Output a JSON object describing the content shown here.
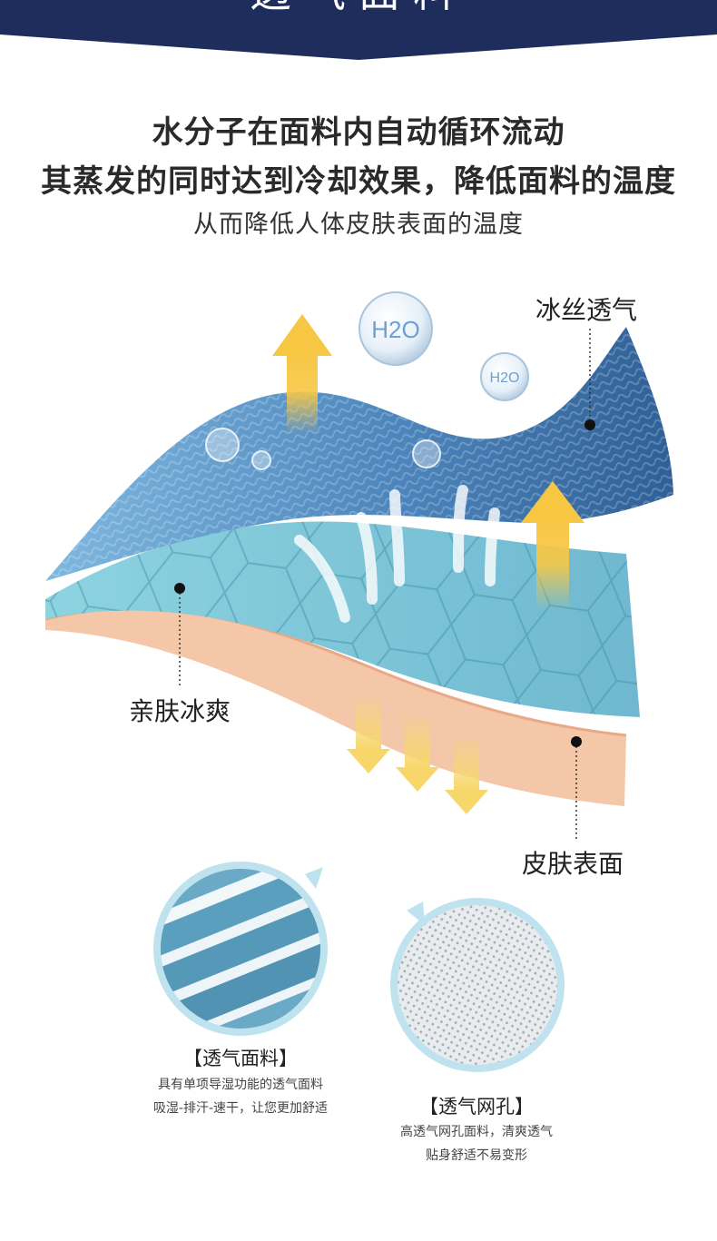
{
  "banner": {
    "title": "透气面料"
  },
  "headline": {
    "line1": "水分子在面料内自动循环流动",
    "line2": "其蒸发的同时达到冷却效果，降低面料的温度",
    "line3": "从而降低人体皮肤表面的温度"
  },
  "diagram": {
    "label_top": "冰丝透气",
    "label_left": "亲肤冰爽",
    "label_bottom": "皮肤表面",
    "bubble_text": "H2O"
  },
  "features": [
    {
      "title": "【透气面料】",
      "desc1": "具有单项导湿功能的透气面料",
      "desc2": "吸湿-排汗-速干，让您更加舒适"
    },
    {
      "title": "【透气网孔】",
      "desc1": "高透气网孔面料，清爽透气",
      "desc2": "贴身舒适不易变形"
    }
  ],
  "colors": {
    "banner": "#1f2d5c",
    "fabric_top": "#3d73a8",
    "fabric_mid": "#7cc6d8",
    "skin": "#f4c7a8",
    "arrow": "#f7c744"
  }
}
